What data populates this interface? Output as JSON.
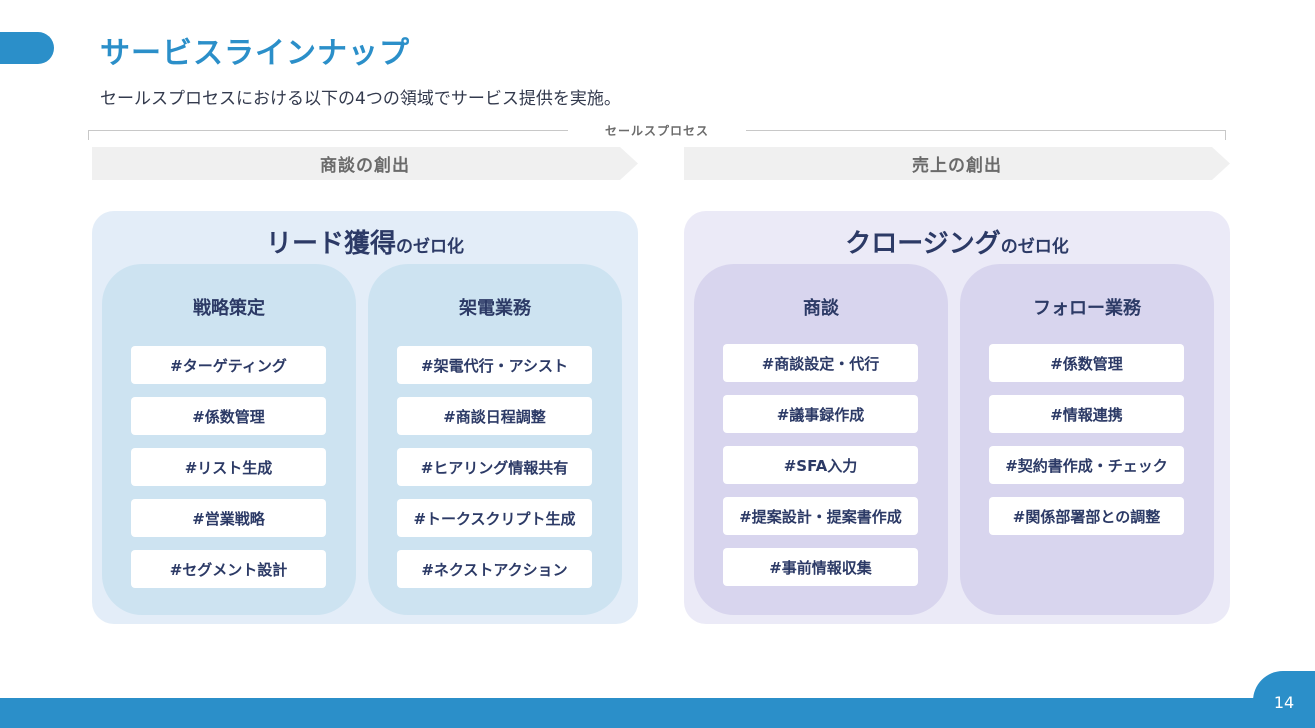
{
  "header": {
    "title": "サービスラインナップ",
    "subtitle": "セールスプロセスにおける以下の4つの領域でサービス提供を実施。"
  },
  "process": {
    "label": "セールスプロセス",
    "phases": [
      "商談の創出",
      "売上の創出"
    ]
  },
  "panels": [
    {
      "title_main": "リード獲得",
      "title_suffix": "のゼロ化",
      "columns": [
        {
          "title": "戦略策定",
          "tags": [
            "#ターゲティング",
            "#係数管理",
            "#リスト生成",
            "#営業戦略",
            "#セグメント設計"
          ]
        },
        {
          "title": "架電業務",
          "tags": [
            "#架電代行・アシスト",
            "#商談日程調整",
            "#ヒアリング情報共有",
            "#トークスクリプト生成",
            "#ネクストアクション"
          ]
        }
      ]
    },
    {
      "title_main": "クロージング",
      "title_suffix": "のゼロ化",
      "columns": [
        {
          "title": "商談",
          "tags": [
            "#商談設定・代行",
            "#議事録作成",
            "#SFA入力",
            "#提案設計・提案書作成",
            "#事前情報収集"
          ]
        },
        {
          "title": "フォロー業務",
          "tags": [
            "#係数管理",
            "#情報連携",
            "#契約書作成・チェック",
            "#関係部署部との調整"
          ]
        }
      ]
    }
  ],
  "footer": {
    "page_number": "14"
  },
  "colors": {
    "accent": "#2b8fc9",
    "lead_panel": "#e3edf8",
    "closing_panel": "#ebeaf7"
  }
}
